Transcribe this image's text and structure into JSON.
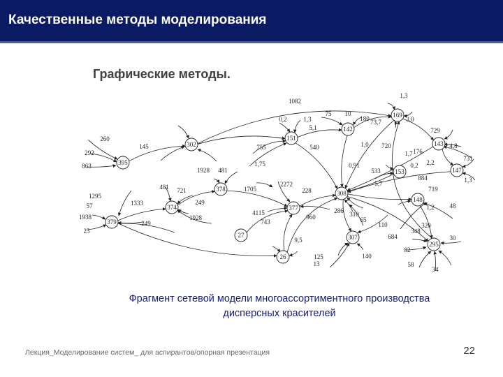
{
  "slide": {
    "title": "Качественные методы моделирования",
    "subtitle": "Графические методы.",
    "caption_line1": "Фрагмент сетевой модели многоассортиментного производства",
    "caption_line2": "дисперсных красителей",
    "footer": "Лекция_Моделирование систем_ для аспирантов/опорная презентация",
    "page_number": "22"
  },
  "colors": {
    "title_bar": "#0b1b63",
    "title_text": "#ffffff",
    "caption_text": "#1a1a7a",
    "diagram_ink": "#222222"
  },
  "network": {
    "nodes": [
      "395",
      "302",
      "151",
      "142",
      "169",
      "143",
      "147",
      "153",
      "378",
      "374",
      "379",
      "377",
      "308",
      "148",
      "295",
      "307",
      "27",
      "26"
    ],
    "edge_labels": [
      "1082",
      "75",
      "10",
      "180",
      "0,2",
      "1,3",
      "5,1",
      "73,7",
      "1,3",
      "3,0",
      "729",
      "260",
      "292",
      "863",
      "145",
      "755",
      "1,75",
      "540",
      "1,0",
      "0,91",
      "720",
      "1,7",
      "176",
      "4,8",
      "731",
      "533",
      "0,2",
      "2,2",
      "5,7",
      "884",
      "1,3",
      "1928",
      "481",
      "2272",
      "228",
      "719",
      "481",
      "721",
      "249",
      "1705",
      "1,2",
      "48",
      "1295",
      "57",
      "1333",
      "4115",
      "1938",
      "25",
      "249",
      "1928",
      "743",
      "960",
      "286",
      "310",
      "65",
      "110",
      "348",
      "320",
      "684",
      "9,5",
      "125",
      "13",
      "140",
      "82",
      "58",
      "34",
      "30"
    ]
  }
}
